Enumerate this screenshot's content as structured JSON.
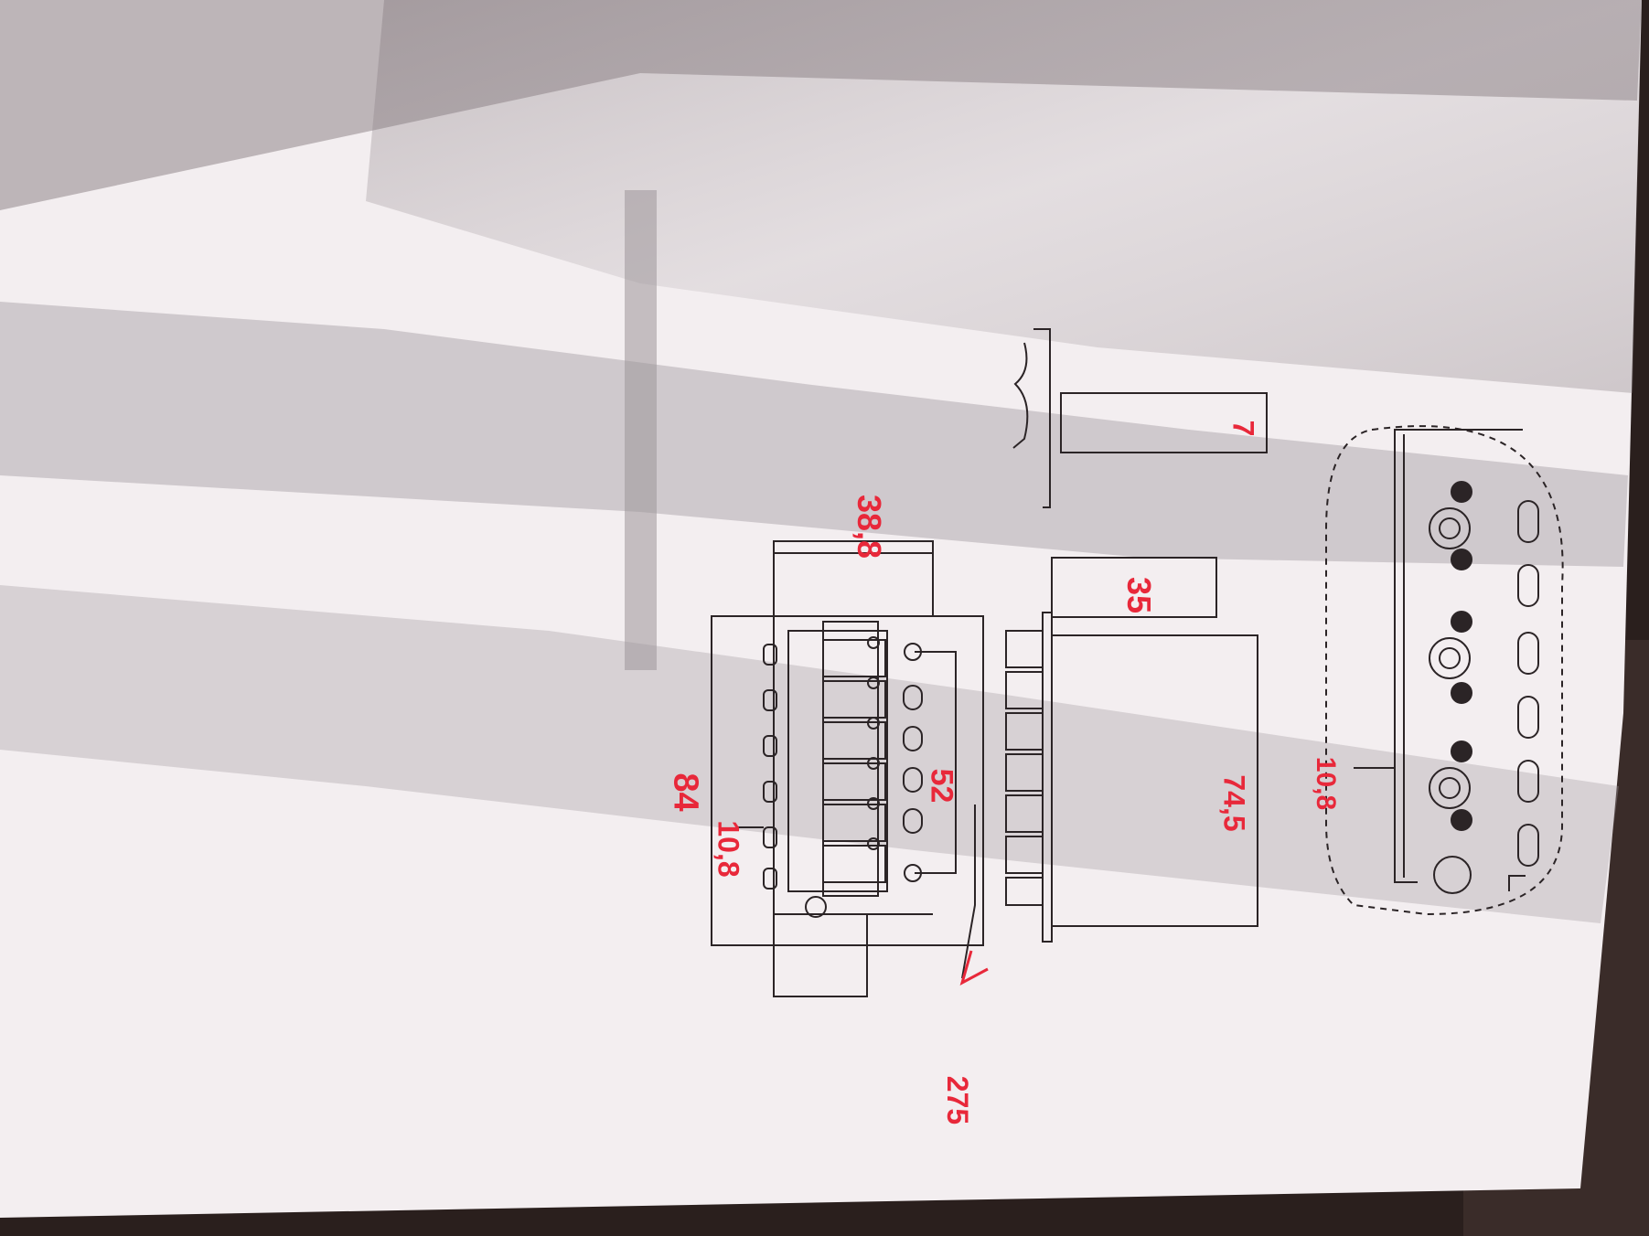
{
  "colors": {
    "paper": "#f3eef0",
    "paper_shadow": "#b9b2b8",
    "background": "#2a1f1d",
    "ink": "#2b2426",
    "annotation": "#e8283a"
  },
  "annotations": {
    "top_width": "38,8",
    "plate_length": "84",
    "string_spacing": "52",
    "saddle_spacing": "10,8",
    "block_height": "35",
    "block_length": "74,5",
    "screw_gap": "7",
    "hole_gap": "10,8",
    "overall": "275"
  }
}
